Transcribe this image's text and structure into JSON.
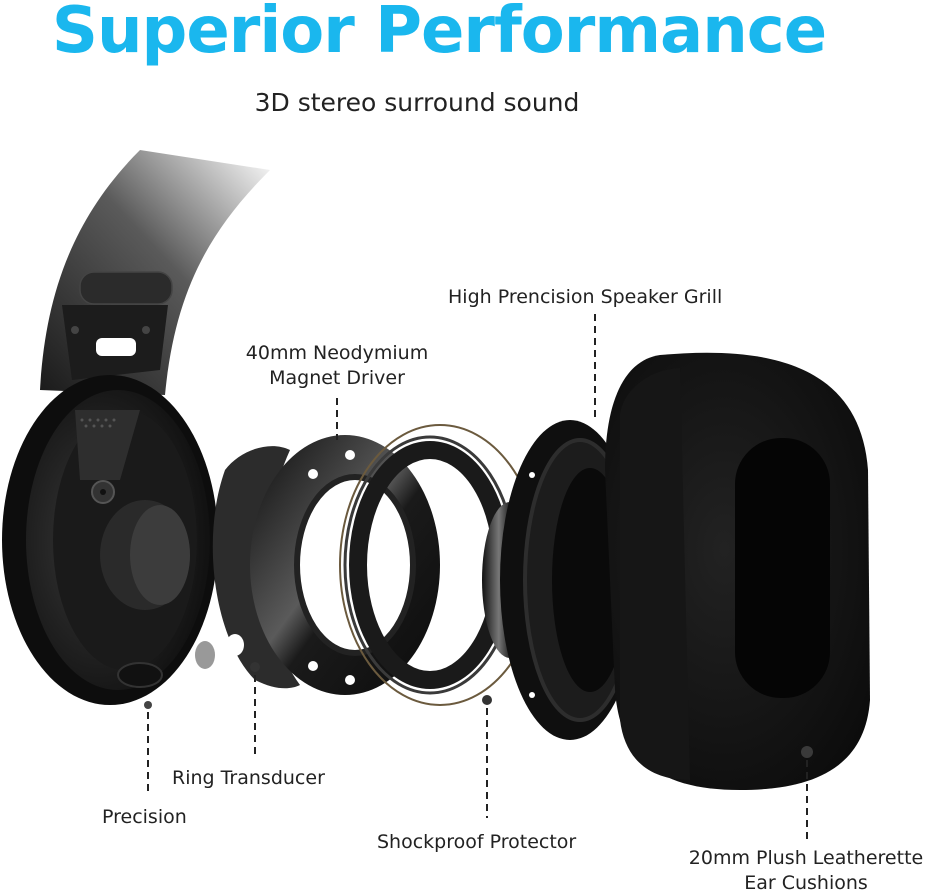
{
  "header": {
    "title": "Superior Performance",
    "subtitle": "3D stereo surround sound"
  },
  "colors": {
    "title": "#1ab7ee",
    "text": "#222222",
    "background": "#ffffff",
    "component": "#111111"
  },
  "callouts": [
    {
      "id": "speaker-grill",
      "label": "High Prencision Speaker Grill"
    },
    {
      "id": "neodymium-driver",
      "label_line1": "40mm Neodymium",
      "label_line2": "Magnet Driver"
    },
    {
      "id": "ring-transducer",
      "label": "Ring Transducer"
    },
    {
      "id": "precision",
      "label": "Precision"
    },
    {
      "id": "shockproof-protector",
      "label": "Shockproof Protector"
    },
    {
      "id": "ear-cushions",
      "label_line1": "20mm Plush Leatherette",
      "label_line2": "Ear Cushions"
    }
  ],
  "components": [
    "headband",
    "ear-cup-housing",
    "ring-transducer-plate",
    "neodymium-magnet-ring",
    "shockproof-protector-ring",
    "speaker-driver",
    "ear-cushion"
  ]
}
